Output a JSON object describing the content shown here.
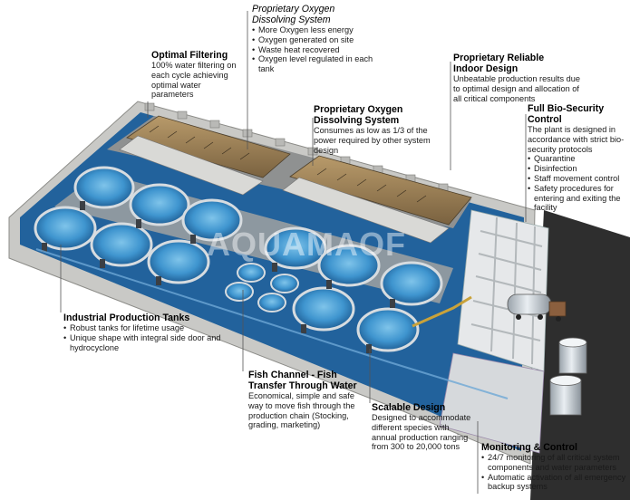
{
  "watermark": "AQUAMAOF",
  "callouts": {
    "oxygen_top": {
      "title_line1": "Proprietary Oxygen",
      "title_line2": "Dissolving System",
      "bullets": [
        "More Oxygen less energy",
        "Oxygen generated on site",
        "Waste heat recovered",
        "Oxygen level regulated in each tank"
      ]
    },
    "filtering": {
      "title": "Optimal Filtering",
      "body": "100% water filtering on each cycle achieving optimal water parameters"
    },
    "indoor": {
      "title_line1": "Proprietary Reliable",
      "title_line2": "Indoor Design",
      "body": "Unbeatable production results due to optimal design and allocation of all critical components"
    },
    "oxygen_mid": {
      "title_line1": "Proprietary Oxygen",
      "title_line2": "Dissolving System",
      "body": "Consumes as low as 1/3 of the power required by other system design"
    },
    "biosecurity": {
      "title_line1": "Full Bio-Security",
      "title_line2": "Control",
      "body": "The plant is designed in accordance with strict bio-security protocols",
      "bullets": [
        "Quarantine",
        "Disinfection",
        "Staff movement control",
        "Safety procedures for entering and exiting the facility"
      ]
    },
    "tanks": {
      "title": "Industrial Production Tanks",
      "bullets": [
        "Robust tanks for lifetime usage",
        "Unique shape with integral side door and hydrocyclone"
      ]
    },
    "channel": {
      "title_line1": "Fish Channel - Fish",
      "title_line2": "Transfer Through Water",
      "body": "Economical, simple and safe way to move fish through the production chain (Stocking, grading, marketing)"
    },
    "scalable": {
      "title": "Scalable Design",
      "body": "Designed to accommodate different species with annual production ranging from 300 to 20,000 tons"
    },
    "monitoring": {
      "title": "Monitoring & Control",
      "bullets": [
        "24/7 monitoring of all critical system components and water parameters",
        "Automatic activation of all emergency backup systems"
      ]
    }
  }
}
